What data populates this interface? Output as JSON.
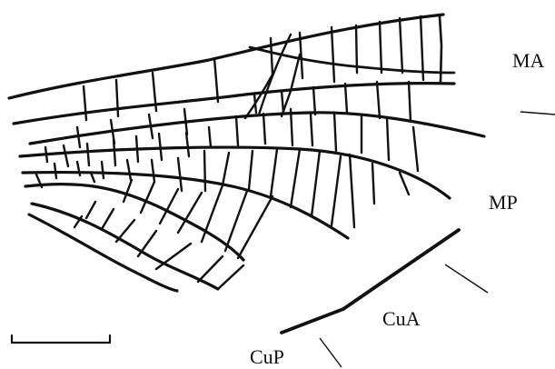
{
  "diagram": {
    "labels": {
      "ma": "MA",
      "mp": "MP",
      "cua": "CuA",
      "cup": "CuP"
    },
    "colors": {
      "background": "#ffffff",
      "ink": "#111111"
    }
  }
}
